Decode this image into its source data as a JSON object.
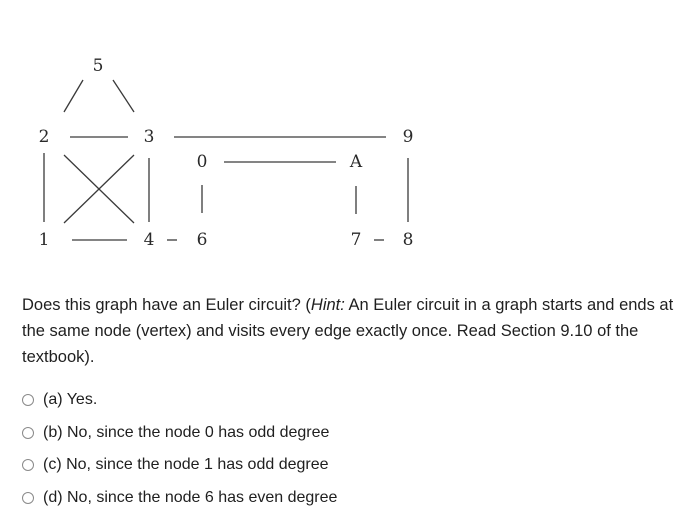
{
  "graph": {
    "nodes": [
      {
        "id": "n5",
        "label": "5"
      },
      {
        "id": "n2",
        "label": "2"
      },
      {
        "id": "n3",
        "label": "3"
      },
      {
        "id": "n9",
        "label": "9"
      },
      {
        "id": "n0",
        "label": "0"
      },
      {
        "id": "nA",
        "label": "A"
      },
      {
        "id": "n1",
        "label": "1"
      },
      {
        "id": "n4",
        "label": "4"
      },
      {
        "id": "n6",
        "label": "6"
      },
      {
        "id": "n7",
        "label": "7"
      },
      {
        "id": "n8",
        "label": "8"
      }
    ],
    "edges": [
      [
        "5",
        "2"
      ],
      [
        "5",
        "3"
      ],
      [
        "2",
        "3"
      ],
      [
        "3",
        "9"
      ],
      [
        "2",
        "1"
      ],
      [
        "2",
        "4"
      ],
      [
        "3",
        "1"
      ],
      [
        "3",
        "4"
      ],
      [
        "1",
        "4"
      ],
      [
        "4",
        "6"
      ],
      [
        "0",
        "6"
      ],
      [
        "0",
        "A"
      ],
      [
        "A",
        "7"
      ],
      [
        "7",
        "8"
      ],
      [
        "9",
        "8"
      ]
    ]
  },
  "question": {
    "lead": "Does this graph have an Euler circuit? (",
    "hint_word": "Hint:",
    "rest": " An Euler circuit in a graph starts and ends at the same node (vertex) and visits every edge exactly once.  Read Section 9.10 of the textbook)."
  },
  "options": [
    {
      "label": "(a) Yes."
    },
    {
      "label": "(b) No, since the node 0 has odd degree"
    },
    {
      "label": "(c) No, since the node 1 has odd degree"
    },
    {
      "label": "(d) No, since the node 6 has even degree"
    }
  ]
}
